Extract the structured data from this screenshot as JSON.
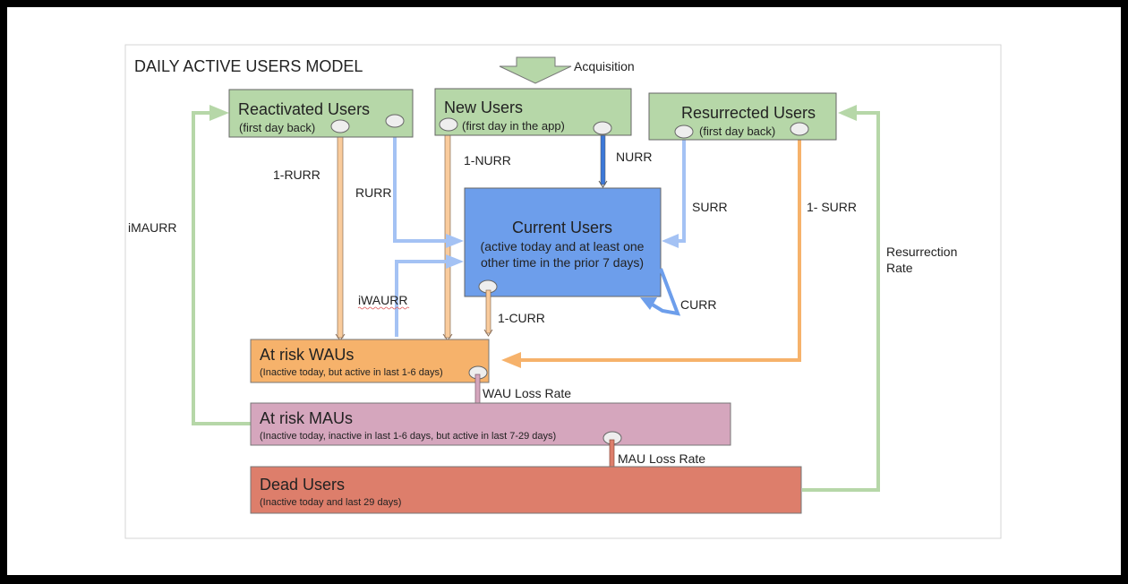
{
  "title": "DAILY ACTIVE USERS MODEL",
  "acquisition_label": "Acquisition",
  "boxes": {
    "reactivated": {
      "title": "Reactivated Users",
      "sub": "(first day back)"
    },
    "new": {
      "title": "New Users",
      "sub": "(first day in the app)"
    },
    "resurrected": {
      "title": "Resurrected Users",
      "sub": "(first day back)"
    },
    "current": {
      "title": "Current Users",
      "sub1": "(active today and at least one",
      "sub2": "other time in the prior 7 days)"
    },
    "wau": {
      "title": "At risk WAUs",
      "sub": "(Inactive today, but active in last 1-6 days)"
    },
    "mau": {
      "title": "At risk MAUs",
      "sub": "(Inactive today, inactive in last 1-6 days, but active in last 7-29 days)"
    },
    "dead": {
      "title": "Dead Users",
      "sub": "(Inactive today and last 29 days)"
    }
  },
  "edge_labels": {
    "one_rurr": "1-RURR",
    "rurr": "RURR",
    "one_nurr": "1-NURR",
    "nurr": "NURR",
    "surr": "SURR",
    "one_surr": "1- SURR",
    "imaurr": "iMAURR",
    "iwaurr": "iWAURR",
    "one_curr": "1-CURR",
    "curr": "CURR",
    "resurrection_1": "Resurrection",
    "resurrection_2": "Rate",
    "wau_loss": "WAU Loss Rate",
    "mau_loss": "MAU Loss Rate"
  },
  "colors": {
    "green_fill": "#b6d7a8",
    "green_line": "#b6d7a8",
    "blue_fill": "#6d9eeb",
    "blue_light": "#a4c2f4",
    "blue_dark": "#3c78d8",
    "orange_fill": "#f6b26b",
    "orange_line": "#f6b26b",
    "tan_line": "#f9cb9c",
    "pink_fill": "#d5a6bd",
    "red_fill": "#dd7e6b",
    "border": "#666666"
  }
}
